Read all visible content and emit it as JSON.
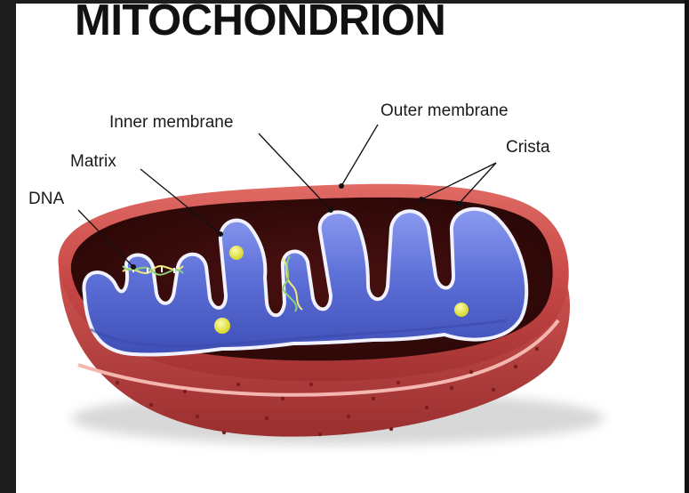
{
  "title": "MITOCHONDRION",
  "labels": {
    "inner_membrane": "Inner membrane",
    "outer_membrane": "Outer membrane",
    "crista": "Crista",
    "matrix": "Matrix",
    "dna": "DNA"
  },
  "colors": {
    "outer_membrane": "#c84a4a",
    "inner_membrane_fill": "#5d70d6",
    "intermembrane_space": "#3b0e0e",
    "matrix_granule": "#e9ea4a",
    "background": "#ffffff"
  }
}
